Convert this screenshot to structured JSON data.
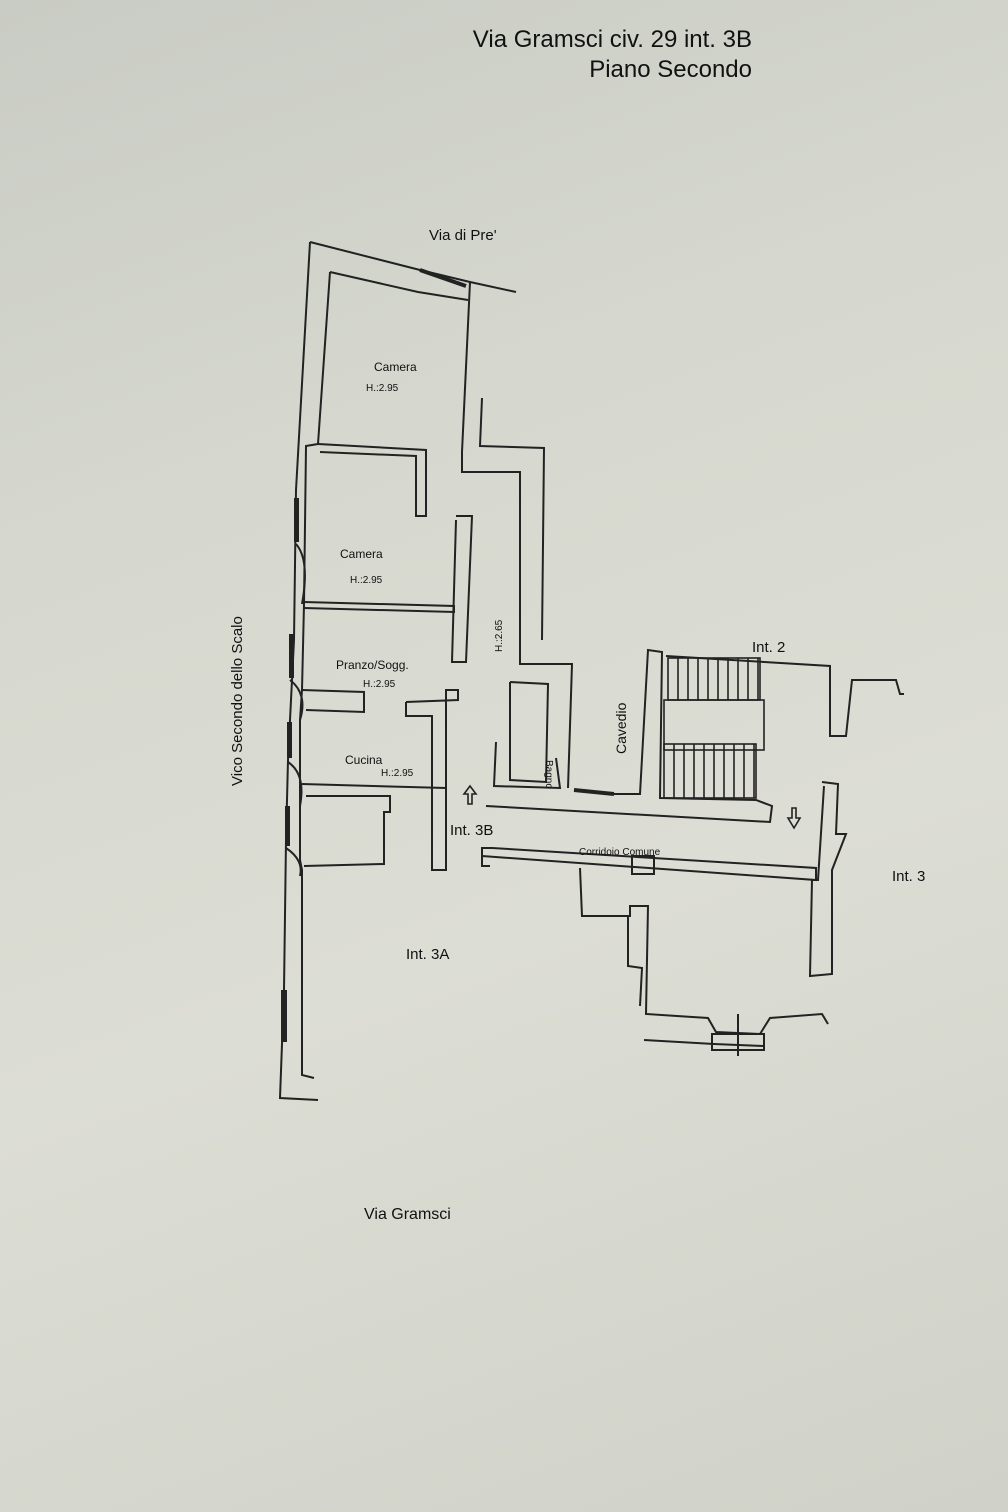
{
  "header": {
    "address": "Via Gramsci civ. 29 int. 3B",
    "floor": "Piano Secondo"
  },
  "streets": {
    "north": "Via di Pre'",
    "west": "Vico Secondo dello Scalo",
    "south": "Via Gramsci"
  },
  "rooms": {
    "camera1": {
      "name": "Camera",
      "height": "H.:2.95"
    },
    "camera2": {
      "name": "Camera",
      "height": "H.:2.95"
    },
    "pranzo": {
      "name": "Pranzo/Sogg.",
      "height": "H.:2.95"
    },
    "cucina": {
      "name": "Cucina",
      "height": "H.:2.95"
    },
    "corridor_height": "H.:2.65",
    "bagno": "Bagno",
    "cavedio": "Cavedio",
    "corridoio": "Corridoio Comune"
  },
  "units": {
    "int2": "Int. 2",
    "int3": "Int. 3",
    "int3a": "Int. 3A",
    "int3b": "Int. 3B"
  }
}
